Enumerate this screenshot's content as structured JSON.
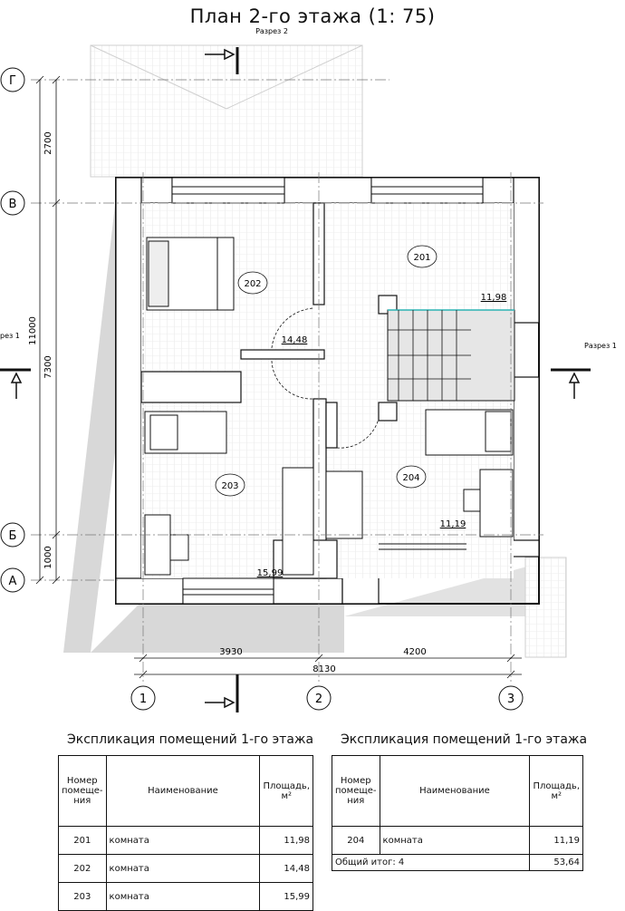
{
  "title": "План 2-го этажа (1: 75)",
  "section_label": "Разрез 2",
  "section_label_right": "Разрез 1",
  "section_label_left": "рез 1",
  "axes": {
    "rows": [
      "Г",
      "В",
      "Б",
      "А"
    ],
    "cols": [
      "1",
      "2",
      "3"
    ]
  },
  "dimensions": {
    "vertical": [
      "2700",
      "11000",
      "7300",
      "1000"
    ],
    "horizontal": [
      "3930",
      "4200",
      "8130"
    ]
  },
  "rooms": [
    {
      "number": "201",
      "area": "11,98"
    },
    {
      "number": "202",
      "area": "14,48"
    },
    {
      "number": "203",
      "area": "15,99"
    },
    {
      "number": "204",
      "area": "11,19"
    }
  ],
  "table_left": {
    "caption": "Экспликация помещений 1-го этажа",
    "headers": {
      "number": "Номер помеще- ния",
      "name": "Наименование",
      "area": "Площадь, м²"
    },
    "rows": [
      {
        "number": "201",
        "name": "комната",
        "area": "11,98"
      },
      {
        "number": "202",
        "name": "комната",
        "area": "14,48"
      },
      {
        "number": "203",
        "name": "комната",
        "area": "15,99"
      }
    ]
  },
  "table_right": {
    "caption": "Экспликация помещений 1-го этажа",
    "headers": {
      "number": "Номер помеще- ния",
      "name": "Наименование",
      "area": "Площадь, м²"
    },
    "rows": [
      {
        "number": "204",
        "name": "комната",
        "area": "11,19"
      }
    ],
    "total_label": "Общий итог: 4",
    "total_area": "53,64"
  }
}
